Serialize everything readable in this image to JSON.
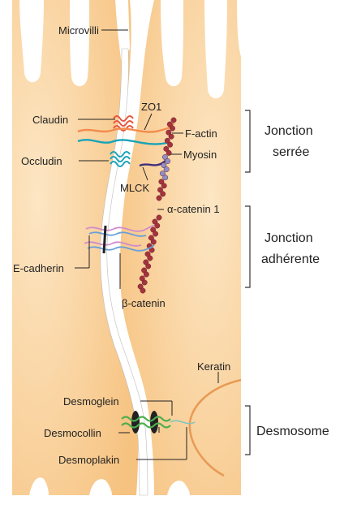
{
  "labels": {
    "microvilli": "Microvilli",
    "zo1": "ZO1",
    "claudin": "Claudin",
    "f_actin": "F-actin",
    "occludin": "Occludin",
    "myosin": "Myosin",
    "mlck": "MLCK",
    "alpha_catenin": "α-catenin 1",
    "e_cadherin": "E-cadherin",
    "beta_catenin": "β-catenin",
    "keratin": "Keratin",
    "desmoglein": "Desmoglein",
    "desmocollin": "Desmocollin",
    "desmoplakin": "Desmoplakin"
  },
  "groups": {
    "tight_line1": "Jonction",
    "tight_line2": "serrée",
    "adherens_line1": "Jonction",
    "adherens_line2": "adhérente",
    "desmosome": "Desmosome"
  },
  "colors": {
    "cytoplasm": "#f7c88a",
    "cytoplasm_light": "#fde6c4",
    "membrane_gap": "#ffffff",
    "claudin": "#e8553c",
    "zo1": "#f28c4e",
    "occludin": "#1aa3b8",
    "actin": "#a3343e",
    "myosin": "#8c8fc8",
    "mlck": "#3f2f7a",
    "cadherin_a": "#6a9fd8",
    "cadherin_b": "#d08cc9",
    "desmo_green": "#4cae4f",
    "keratin": "#e89a55"
  }
}
